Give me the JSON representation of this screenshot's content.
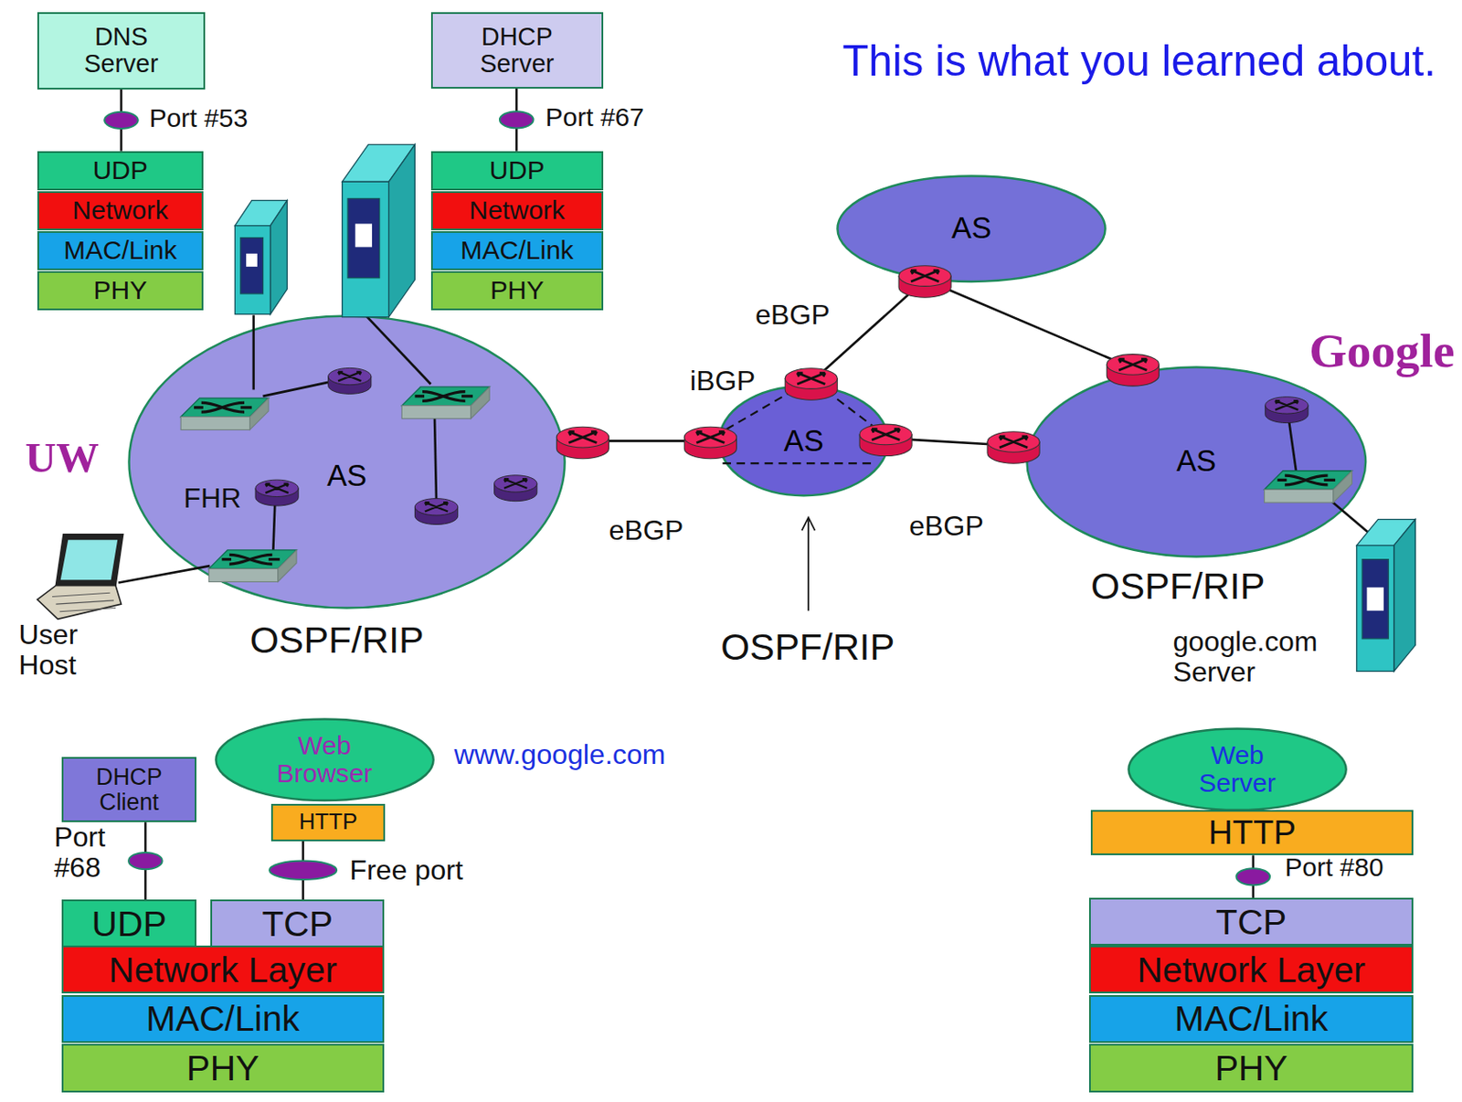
{
  "diagram": {
    "title": "This is what you learned about.",
    "nodes": [
      {
        "text": [
          "DNS Server"
        ]
      },
      {
        "text": [
          "UDP"
        ]
      },
      {
        "text": [
          "Network"
        ]
      },
      {
        "text": [
          "MAC/Link"
        ]
      },
      {
        "text": [
          "PHY"
        ]
      },
      {
        "text": [
          "DHCP Server"
        ]
      },
      {
        "text": [
          "UDP"
        ]
      },
      {
        "text": [
          "Network"
        ]
      },
      {
        "text": [
          "MAC/Link"
        ]
      },
      {
        "text": [
          "PHY"
        ]
      },
      {
        "text": [
          "AS"
        ]
      },
      {
        "text": [
          "AS"
        ]
      },
      {
        "text": [
          "AS"
        ]
      },
      {
        "text": [
          "AS"
        ]
      },
      {
        "text": [
          "DHCP Client"
        ]
      },
      {
        "text": [
          "Web Browser"
        ]
      },
      {
        "text": [
          "HTTP"
        ]
      },
      {
        "text": [
          "UDP"
        ]
      },
      {
        "text": [
          "TCP"
        ]
      },
      {
        "text": [
          "Network Layer"
        ]
      },
      {
        "text": [
          "MAC/Link"
        ]
      },
      {
        "text": [
          "PHY"
        ]
      },
      {
        "text": [
          "Web Server"
        ]
      },
      {
        "text": [
          "HTTP"
        ]
      },
      {
        "text": [
          "TCP"
        ]
      },
      {
        "text": [
          "Network Layer"
        ]
      },
      {
        "text": [
          "MAC/Link"
        ]
      },
      {
        "text": [
          "PHY"
        ]
      }
    ],
    "edges": [
      {
        "from": 0,
        "to": 1,
        "arrow": "none",
        "label": "Port #53"
      },
      {
        "from": 5,
        "to": 6,
        "arrow": "none",
        "label": "Port #67"
      },
      {
        "from": 14,
        "to": 17,
        "arrow": "none",
        "label": "Port #68"
      },
      {
        "from": 16,
        "to": 18,
        "arrow": "none",
        "label": "Free port"
      },
      {
        "from": 23,
        "to": 24,
        "arrow": "none",
        "label": "Port #80"
      }
    ],
    "labels": [
      "eBGP",
      "Google",
      "iBGP",
      "UW",
      "FHR",
      "eBGP",
      "eBGP",
      "OSPF/RIP",
      "OSPF/RIP",
      "google.com Server",
      "OSPF/RIP",
      "User Host",
      "www.google.com"
    ]
  }
}
